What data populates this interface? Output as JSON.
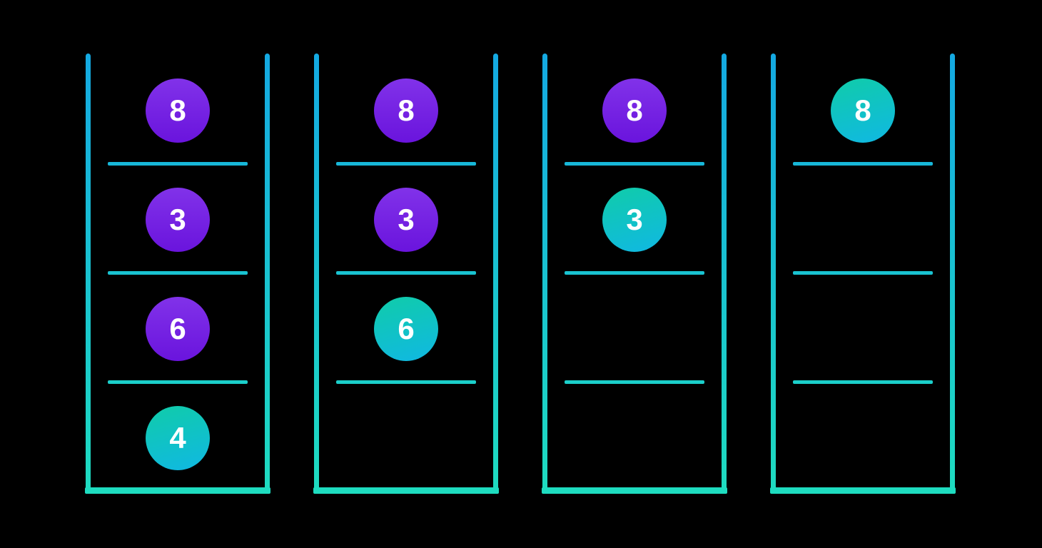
{
  "colors": {
    "background": "#000000",
    "tube_border_top": "#14A9E2",
    "tube_border_bottom": "#1EDCC0",
    "divider": "#1ACAD2",
    "ball_purple_top": "#8132E9",
    "ball_purple_bottom": "#6A14DD",
    "ball_cyan_top": "#10CCA9",
    "ball_cyan_bottom": "#10B8E3",
    "ball_text": "#FFFFFF"
  },
  "containers": [
    {
      "name": "stack-state-1",
      "slots": [
        {
          "value": "8",
          "variant": "purple"
        },
        {
          "value": "3",
          "variant": "purple"
        },
        {
          "value": "6",
          "variant": "purple"
        },
        {
          "value": "4",
          "variant": "cyan"
        }
      ]
    },
    {
      "name": "stack-state-2",
      "slots": [
        {
          "value": "8",
          "variant": "purple"
        },
        {
          "value": "3",
          "variant": "purple"
        },
        {
          "value": "6",
          "variant": "cyan"
        },
        {
          "value": null,
          "variant": "empty"
        }
      ]
    },
    {
      "name": "stack-state-3",
      "slots": [
        {
          "value": "8",
          "variant": "purple"
        },
        {
          "value": "3",
          "variant": "cyan"
        },
        {
          "value": null,
          "variant": "empty"
        },
        {
          "value": null,
          "variant": "empty"
        }
      ]
    },
    {
      "name": "stack-state-4",
      "slots": [
        {
          "value": "8",
          "variant": "cyan"
        },
        {
          "value": null,
          "variant": "empty"
        },
        {
          "value": null,
          "variant": "empty"
        },
        {
          "value": null,
          "variant": "empty"
        }
      ]
    }
  ],
  "layout_lefts": [
    120,
    440,
    760,
    1080
  ]
}
